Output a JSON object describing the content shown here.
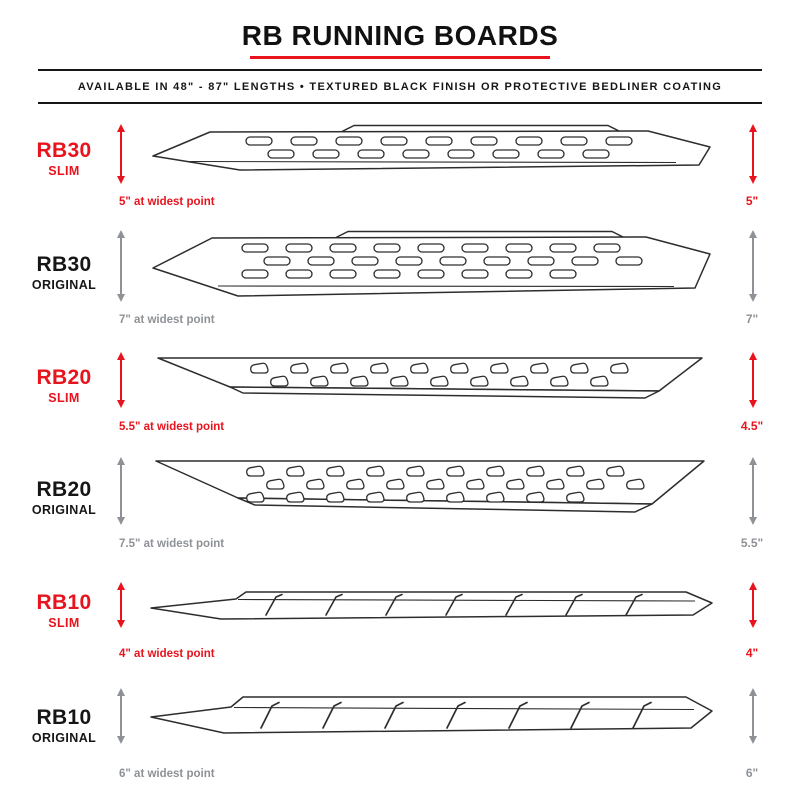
{
  "header": {
    "title": "RB RUNNING BOARDS",
    "subtitle": "AVAILABLE IN 48\" - 87\" LENGTHS  •  TEXTURED BLACK FINISH OR PROTECTIVE BEDLINER COATING"
  },
  "colors": {
    "accent": "#e8131d",
    "muted": "#8e9296",
    "ink": "#161616",
    "linework": "#2d2d2d"
  },
  "icons": {
    "measure_arrow": "double-headed-vertical-arrow"
  },
  "products": [
    {
      "model": "RB30",
      "variant": "SLIM",
      "finish": "slim",
      "slot_style": "oval-slot",
      "slot_rows": 2,
      "width_label": "5\" at widest point",
      "height_label": "5\""
    },
    {
      "model": "RB30",
      "variant": "ORIGINAL",
      "finish": "original",
      "slot_style": "oval-slot",
      "slot_rows": 3,
      "width_label": "7\" at widest point",
      "height_label": "7\""
    },
    {
      "model": "RB20",
      "variant": "SLIM",
      "finish": "slim",
      "slot_style": "teardrop-slot",
      "slot_rows": 2,
      "width_label": "5.5\" at widest point",
      "height_label": "4.5\""
    },
    {
      "model": "RB20",
      "variant": "ORIGINAL",
      "finish": "original",
      "slot_style": "teardrop-slot",
      "slot_rows": 3,
      "width_label": "7.5\" at widest point",
      "height_label": "5.5\""
    },
    {
      "model": "RB10",
      "variant": "SLIM",
      "finish": "slim",
      "slot_style": "diagonal-hash",
      "slot_rows": 1,
      "width_label": "4\" at widest point",
      "height_label": "4\""
    },
    {
      "model": "RB10",
      "variant": "ORIGINAL",
      "finish": "original",
      "slot_style": "diagonal-hash",
      "slot_rows": 1,
      "width_label": "6\" at widest point",
      "height_label": "6\""
    }
  ]
}
